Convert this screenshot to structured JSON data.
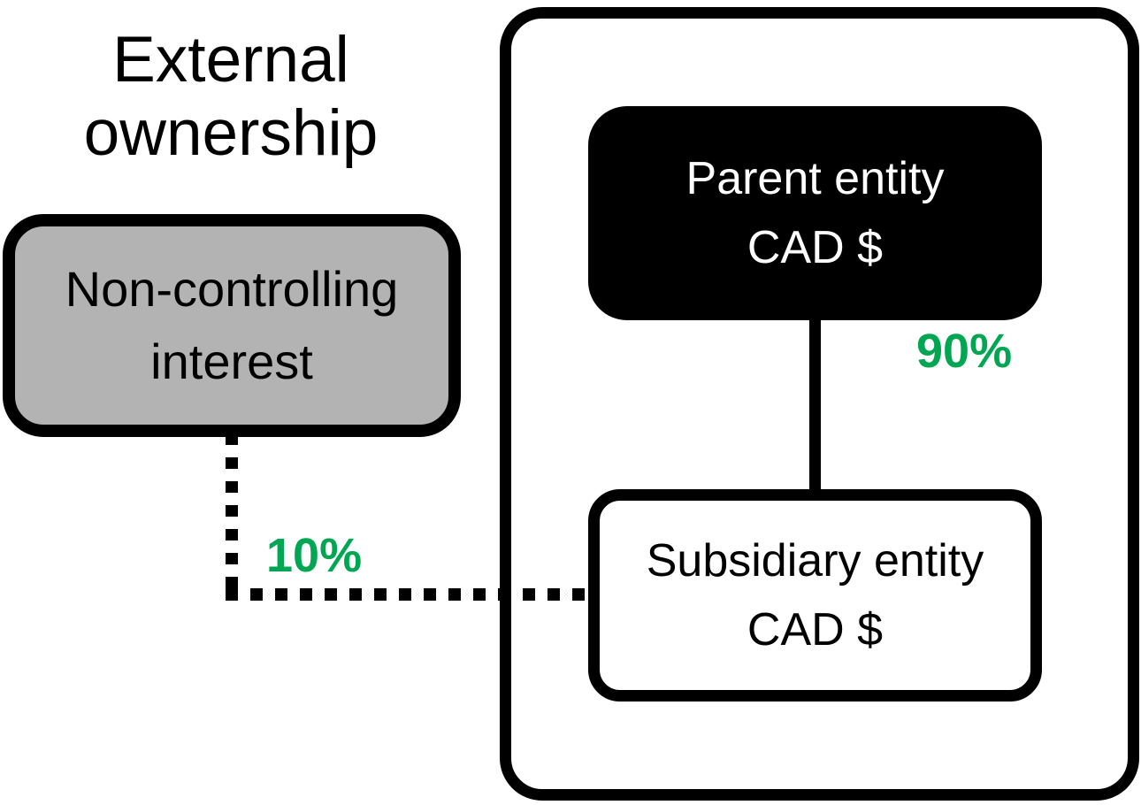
{
  "diagram": {
    "title": "External ownership",
    "external_box": {
      "label": "Non-controlling interest"
    },
    "consolidation_group": {
      "parent": {
        "name": "Parent entity",
        "currency": "CAD $"
      },
      "subsidiary": {
        "name": "Subsidiary entity",
        "currency": "CAD $"
      },
      "parent_ownership_pct": "90%",
      "nci_ownership_pct": "10%"
    },
    "colors": {
      "ownership_label_green": "#00a651",
      "nci_fill_gray": "#b3b3b3",
      "black": "#000000"
    }
  }
}
